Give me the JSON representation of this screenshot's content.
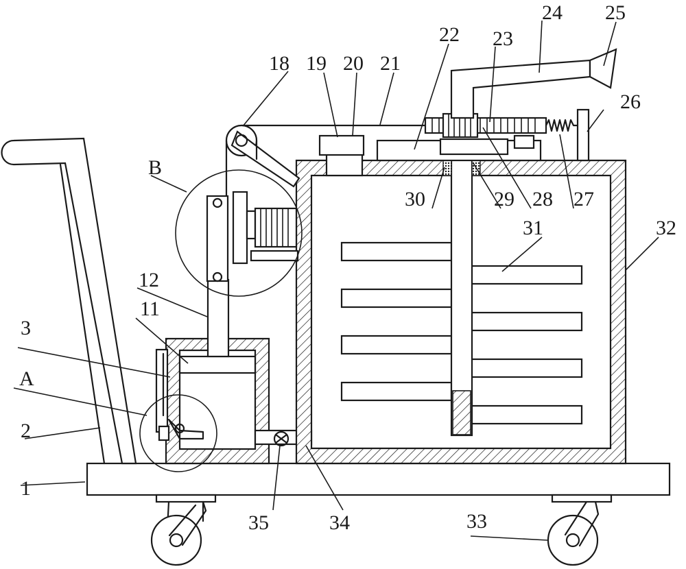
{
  "figure": {
    "callouts": [
      {
        "id": "c1",
        "text": "1"
      },
      {
        "id": "c2",
        "text": "2"
      },
      {
        "id": "c3",
        "text": "3"
      },
      {
        "id": "cA",
        "text": "A"
      },
      {
        "id": "cB",
        "text": "B"
      },
      {
        "id": "c11",
        "text": "11"
      },
      {
        "id": "c12",
        "text": "12"
      },
      {
        "id": "c18",
        "text": "18"
      },
      {
        "id": "c19",
        "text": "19"
      },
      {
        "id": "c20",
        "text": "20"
      },
      {
        "id": "c21",
        "text": "21"
      },
      {
        "id": "c22",
        "text": "22"
      },
      {
        "id": "c23",
        "text": "23"
      },
      {
        "id": "c24",
        "text": "24"
      },
      {
        "id": "c25",
        "text": "25"
      },
      {
        "id": "c26",
        "text": "26"
      },
      {
        "id": "c27",
        "text": "27"
      },
      {
        "id": "c28",
        "text": "28"
      },
      {
        "id": "c29",
        "text": "29"
      },
      {
        "id": "c30",
        "text": "30"
      },
      {
        "id": "c31",
        "text": "31"
      },
      {
        "id": "c32",
        "text": "32"
      },
      {
        "id": "c33",
        "text": "33"
      },
      {
        "id": "c34",
        "text": "34"
      },
      {
        "id": "c35",
        "text": "35"
      }
    ]
  }
}
